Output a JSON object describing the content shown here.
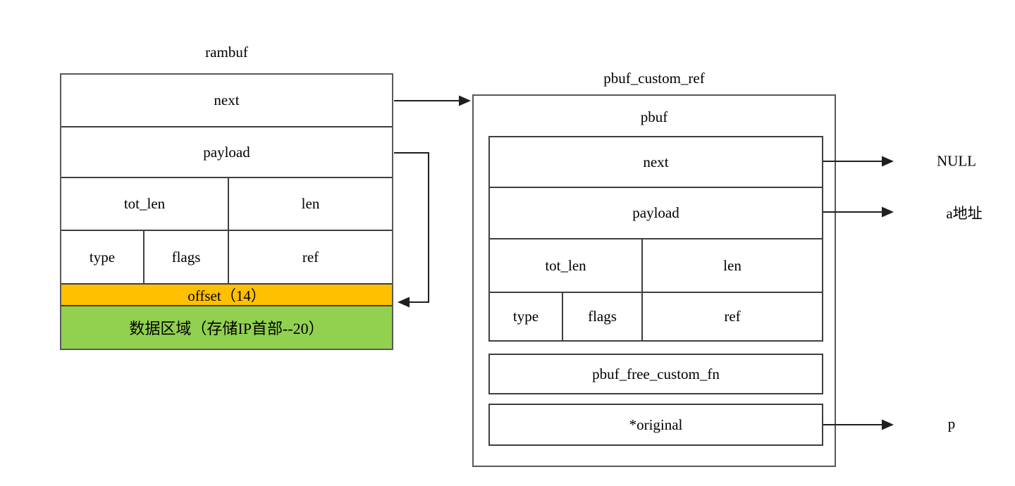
{
  "left_struct": {
    "title": "rambuf",
    "rows": {
      "next": "next",
      "payload": "payload",
      "tot_len": "tot_len",
      "len": "len",
      "type": "type",
      "flags": "flags",
      "ref": "ref",
      "offset": "offset（14）",
      "data_area": "数据区域（存储IP首部--20）"
    }
  },
  "right_struct": {
    "title": "pbuf_custom_ref",
    "pbuf_label": "pbuf",
    "rows": {
      "next": "next",
      "payload": "payload",
      "tot_len": "tot_len",
      "len": "len",
      "type": "type",
      "flags": "flags",
      "ref": "ref"
    },
    "free_fn": "pbuf_free_custom_fn",
    "original": "*original"
  },
  "annotations": {
    "next_target": "NULL",
    "payload_target": "a地址",
    "original_target": "p"
  },
  "colors": {
    "offset_bg": "#FFC000",
    "data_area_bg": "#92D050",
    "border_dark": "#3f3f3f",
    "border_gray": "#595959",
    "arrow": "#1f1f1f"
  }
}
